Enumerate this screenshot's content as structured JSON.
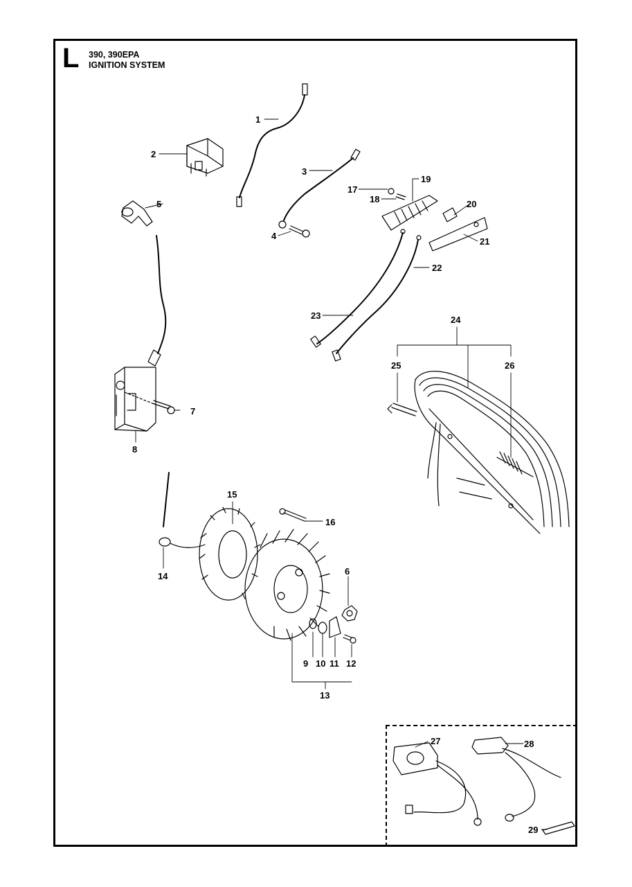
{
  "header": {
    "section_letter": "L",
    "models": "390, 390EPA",
    "title": "IGNITION SYSTEM"
  },
  "callouts": [
    "1",
    "2",
    "3",
    "4",
    "5",
    "6",
    "7",
    "8",
    "9",
    "10",
    "11",
    "12",
    "13",
    "14",
    "15",
    "16",
    "17",
    "18",
    "19",
    "20",
    "21",
    "22",
    "23",
    "24",
    "25",
    "26",
    "27",
    "28",
    "29"
  ],
  "colors": {
    "ink": "#000000",
    "paper": "#ffffff"
  }
}
